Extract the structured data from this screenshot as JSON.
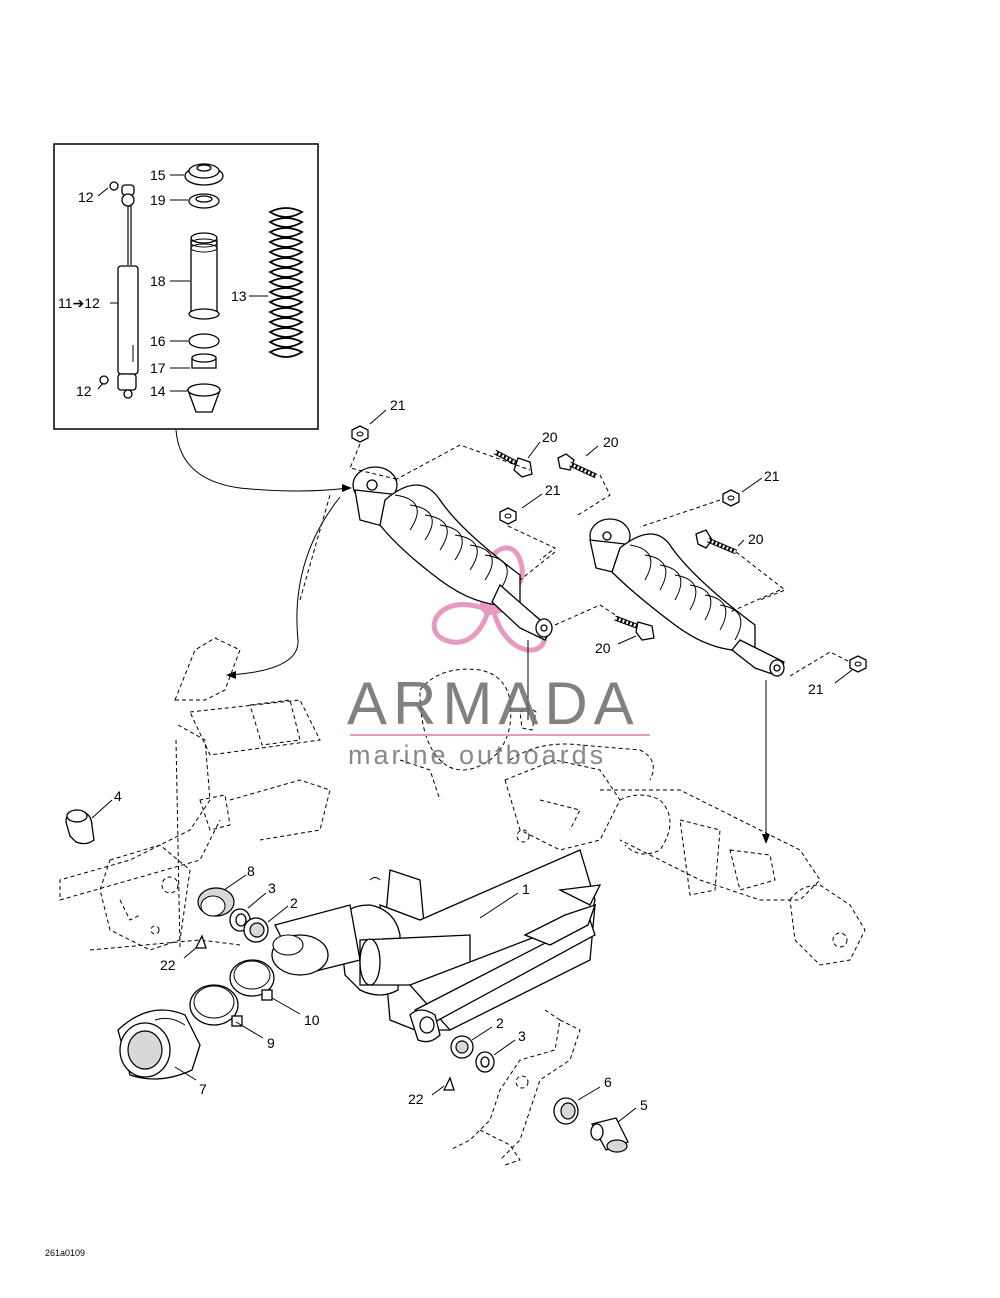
{
  "diagram": {
    "inset_labels": {
      "l15": "15",
      "l19": "19",
      "l18": "18",
      "l13": "13",
      "l16": "16",
      "l17": "17",
      "l14": "14",
      "l12a": "12",
      "l12b": "12",
      "l11": "11➔12"
    },
    "labels": {
      "l21a": "21",
      "l20a": "20",
      "l20b": "20",
      "l21b": "21",
      "l21c": "21",
      "l20c": "20",
      "l20d": "20",
      "l21d": "21",
      "l4": "4",
      "l1": "1",
      "l8": "8",
      "l3a": "3",
      "l2a": "2",
      "l22a": "22",
      "l10": "10",
      "l9": "9",
      "l7": "7",
      "l2b": "2",
      "l3b": "3",
      "l22b": "22",
      "l6": "6",
      "l5": "5"
    },
    "drawing_code": "261a0109"
  },
  "watermark": {
    "brand": "ARMADA",
    "tagline": "marine outboards",
    "colors": {
      "text": "#6b6b6b",
      "logo": "#e79ac0"
    }
  }
}
